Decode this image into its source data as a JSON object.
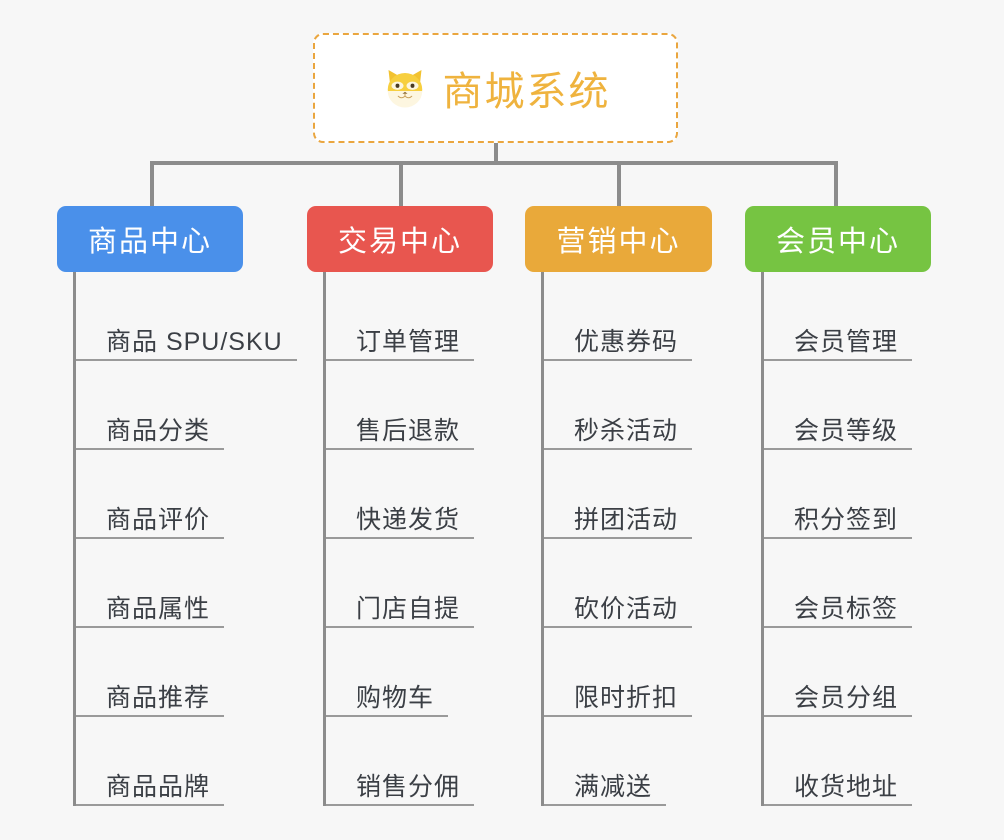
{
  "page": {
    "background_color": "#f7f7f7",
    "connector_color": "#8c8c8c",
    "leaf_rule_color": "#9a9a9a",
    "leaf_text_color": "#3b3f45"
  },
  "root": {
    "icon": "shiba-dog-face-icon",
    "title": "商城系统",
    "title_color": "#efb33e",
    "border_color": "#eaa63f",
    "background_color": "#ffffff"
  },
  "categories": [
    {
      "label": "商品中心",
      "color": "#4a90ea",
      "items": [
        "商品 SPU/SKU",
        "商品分类",
        "商品评价",
        "商品属性",
        "商品推荐",
        "商品品牌"
      ]
    },
    {
      "label": "交易中心",
      "color": "#e8564f",
      "items": [
        "订单管理",
        "售后退款",
        "快递发货",
        "门店自提",
        "购物车",
        "销售分佣"
      ]
    },
    {
      "label": "营销中心",
      "color": "#e9a93a",
      "items": [
        "优惠券码",
        "秒杀活动",
        "拼团活动",
        "砍价活动",
        "限时折扣",
        "满减送"
      ]
    },
    {
      "label": "会员中心",
      "color": "#76c442",
      "items": [
        "会员管理",
        "会员等级",
        "积分签到",
        "会员标签",
        "会员分组",
        "收货地址"
      ]
    }
  ]
}
